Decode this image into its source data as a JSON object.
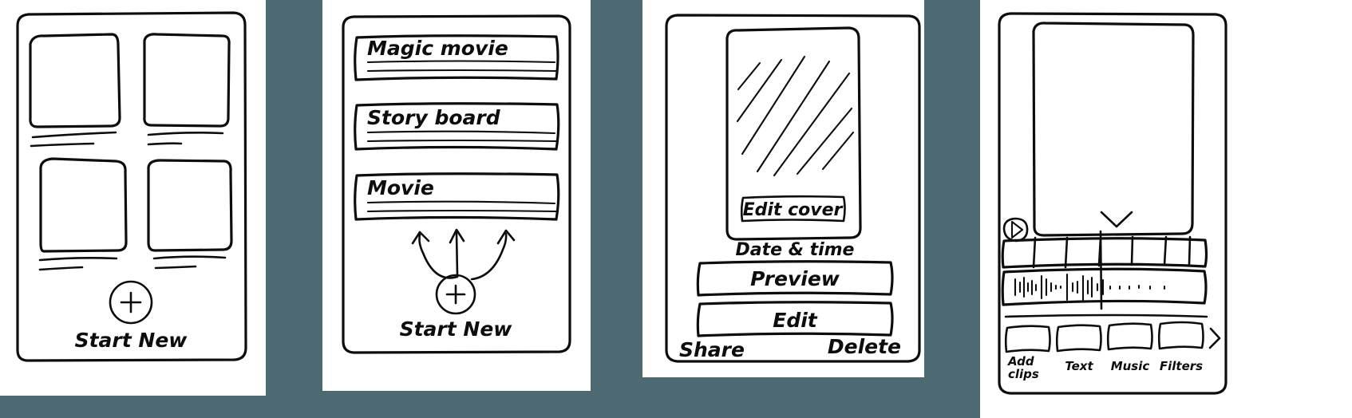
{
  "canvas": {
    "background_color": "#4d6a72",
    "sheet_color": "#ffffff",
    "ink_color": "#0d0d0d",
    "style": "hand-drawn wireframe sketch"
  },
  "screens": [
    {
      "id": "home-gallery",
      "index": 1,
      "cards": [
        {
          "id": "project-card-1",
          "caption_lines": 2
        },
        {
          "id": "project-card-2",
          "caption_lines": 2
        },
        {
          "id": "project-card-3",
          "caption_lines": 2
        },
        {
          "id": "project-card-4",
          "caption_lines": 2
        }
      ],
      "fab": {
        "icon": "plus-icon",
        "label": "Start New"
      }
    },
    {
      "id": "new-project-menu",
      "index": 2,
      "options": [
        {
          "id": "option-magic-movie",
          "title": "Magic movie",
          "detail_lines": 2
        },
        {
          "id": "option-story-board",
          "title": "Story board",
          "detail_lines": 2
        },
        {
          "id": "option-movie",
          "title": "Movie",
          "detail_lines": 2
        }
      ],
      "arrows": 3,
      "fab": {
        "icon": "plus-icon",
        "label": "Start New"
      }
    },
    {
      "id": "project-detail",
      "index": 3,
      "cover": {
        "id": "cover-thumbnail",
        "fill": "diagonal-hatching",
        "edit_label": "Edit cover"
      },
      "meta_label": "Date & time",
      "buttons": [
        {
          "id": "preview-button",
          "label": "Preview"
        },
        {
          "id": "edit-button",
          "label": "Edit"
        }
      ],
      "footer_actions": [
        {
          "id": "share-action",
          "label": "Share"
        },
        {
          "id": "delete-action",
          "label": "Delete"
        }
      ]
    },
    {
      "id": "video-editor",
      "index": 4,
      "preview": {
        "id": "video-preview",
        "collapse_icon": "chevron-down-icon"
      },
      "play_button": {
        "id": "play-button",
        "icon": "play-icon"
      },
      "timeline": {
        "id": "clip-timeline",
        "clip_count": 6,
        "playhead": true
      },
      "audio_track": {
        "id": "waveform-track",
        "icon": "waveform-icon"
      },
      "toolbar": {
        "items": [
          {
            "id": "tool-add-clips",
            "label_line_1": "Add",
            "label_line_2": "clips"
          },
          {
            "id": "tool-text",
            "label_line_1": "Text",
            "label_line_2": ""
          },
          {
            "id": "tool-music",
            "label_line_1": "Music",
            "label_line_2": ""
          },
          {
            "id": "tool-filters",
            "label_line_1": "Filters",
            "label_line_2": ""
          }
        ],
        "more_icon": "chevron-right-icon"
      }
    }
  ]
}
